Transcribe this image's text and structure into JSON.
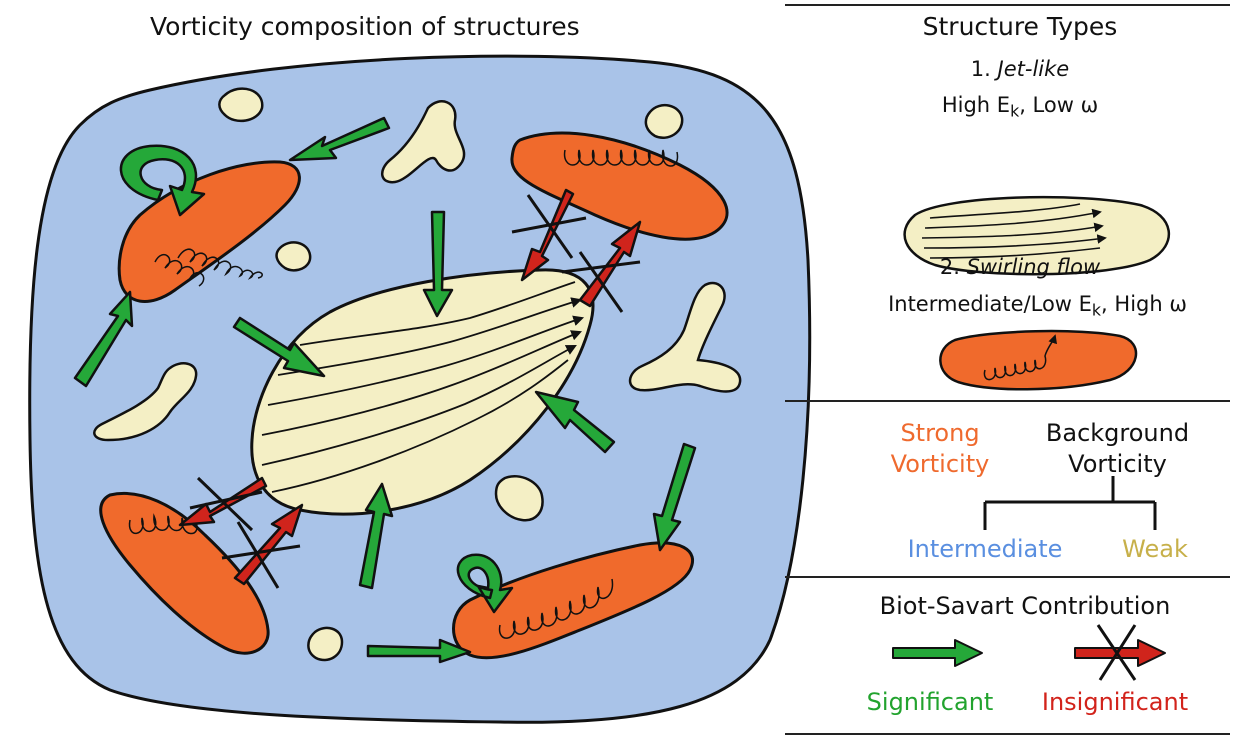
{
  "title": "Vorticity composition of structures",
  "panel": {
    "structure_types": {
      "heading": "Structure Types",
      "jet_num": "1.",
      "jet_name": "Jet-like",
      "jet_desc_pre": "High E",
      "jet_desc_sub": "k",
      "jet_desc_post": ", Low ω",
      "swirl_num": "2.",
      "swirl_name": "Swirling flow",
      "swirl_desc_pre": "Intermediate/Low E",
      "swirl_desc_sub": "k",
      "swirl_desc_post": ", High ω"
    },
    "vorticity": {
      "strong_line1": "Strong",
      "strong_line2": "Vorticity",
      "background_line1": "Background",
      "background_line2": "Vorticity",
      "intermediate": "Intermediate",
      "weak": "Weak"
    },
    "biot_savart": {
      "heading": "Biot-Savart Contribution",
      "significant": "Significant",
      "insignificant": "Insignificant"
    }
  },
  "colors": {
    "blue_domain": "#a9c3e8",
    "cream": "#f4efc5",
    "orange": "#f06a2c",
    "green": "#25a839",
    "red": "#d0241c",
    "strong_text": "#ef6a2e",
    "intermediate_text": "#5a8fe0",
    "weak_text": "#c7b04a",
    "significant_text": "#22a32e",
    "insignificant_text": "#d2231b"
  }
}
